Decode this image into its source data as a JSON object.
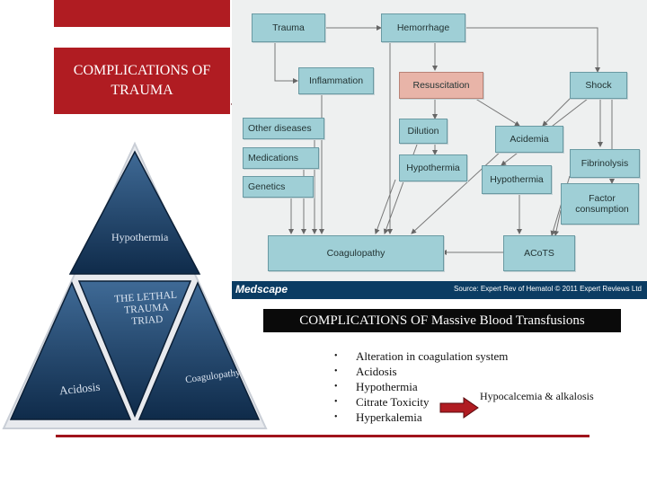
{
  "title": "COMPLICATIONS OF TRAUMA",
  "flowchart": {
    "nodes": {
      "trauma": "Trauma",
      "hemorrhage": "Hemorrhage",
      "inflammation": "Inflammation",
      "resuscitation": "Resuscitation",
      "shock": "Shock",
      "other_diseases": "Other diseases",
      "medications": "Medications",
      "genetics": "Genetics",
      "dilution": "Dilution",
      "acidemia": "Acidemia",
      "hypothermia_1": "Hypothermia",
      "hypothermia_2": "Hypothermia",
      "fibrinolysis": "Fibrinolysis",
      "factor_consumption": "Factor consumption",
      "coagulopathy": "Coagulopathy",
      "acots": "ACoTS"
    },
    "publisher": "Medscape",
    "source": "Source: Expert Rev of Hematol © 2011 Expert Reviews Ltd"
  },
  "triangle": {
    "top": "Hypothermia",
    "center": "THE LETHAL TRAUMA TRIAD",
    "left": "Acidosis",
    "right": "Coagulopathy"
  },
  "section_title": "COMPLICATIONS OF Massive Blood Transfusions",
  "bullets": [
    "Alteration in coagulation system",
    "Acidosis",
    "Hypothermia",
    "Citrate Toxicity",
    "Hyperkalemia"
  ],
  "citrate_note": "Hypocalcemia & alkalosis",
  "colors": {
    "accent_red": "#b01c22",
    "node_teal": "#9fcfd6",
    "node_resuscitation": "#e8b4a8",
    "footer_navy": "#0b3c63",
    "triangle_blue": "#16355a"
  }
}
